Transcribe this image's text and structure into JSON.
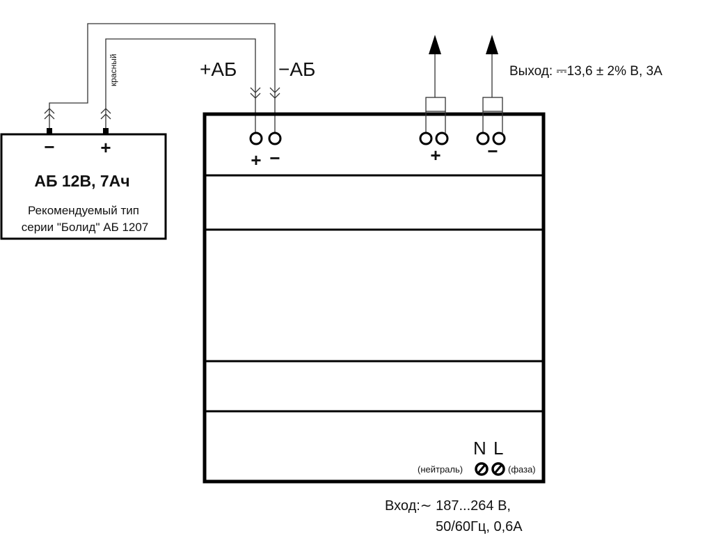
{
  "battery": {
    "minus": "−",
    "plus": "+",
    "title": "АБ 12В, 7Ач",
    "note_line1": "Рекомендуемый тип",
    "note_line2": "серии \"Болид\" АБ 1207",
    "wire_color_label": "красный"
  },
  "psu": {
    "battery_plus_label": "+АБ",
    "battery_minus_label": "−АБ",
    "terminal_plus": "+",
    "terminal_minus": "−",
    "out_plus": "+",
    "out_minus": "−",
    "output_label": "Выход: ⎓13,6 ± 2% В, 3А",
    "n_label": "N",
    "l_label": "L",
    "neutral_label": "(нейтраль)",
    "phase_label": "(фаза)",
    "input_line1": "Вход:∼ 187...264 В,",
    "input_line2": "50/60Гц, 0,6А"
  }
}
